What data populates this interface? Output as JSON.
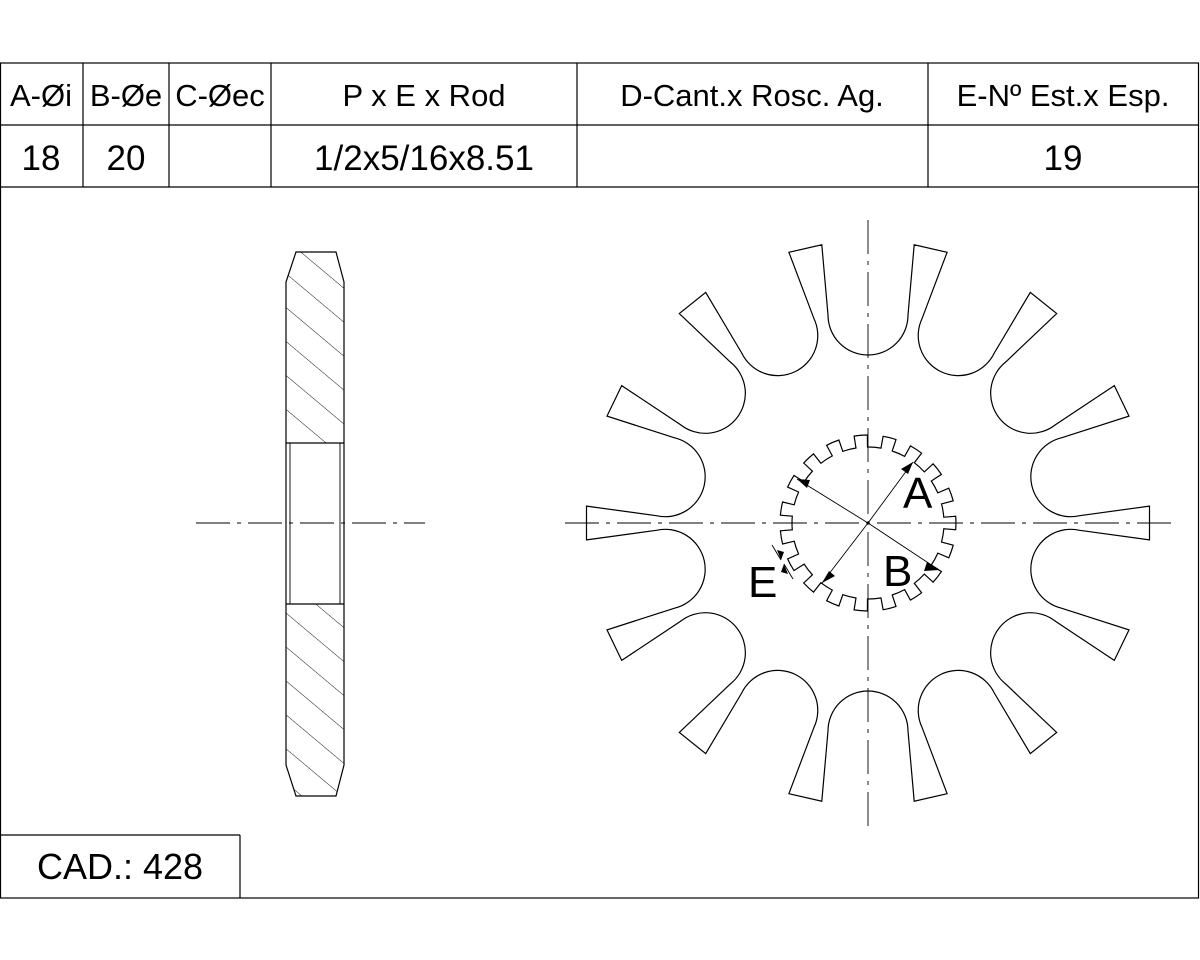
{
  "spec_table": {
    "columns": [
      {
        "header": "A-Øi",
        "value": "18"
      },
      {
        "header": "B-Øe",
        "value": "20"
      },
      {
        "header": "C-Øec",
        "value": ""
      },
      {
        "header": "P x E x Rod",
        "value": "1/2x5/16x8.51"
      },
      {
        "header": "D-Cant.x Rosc. Ag.",
        "value": ""
      },
      {
        "header": "E-Nº Est.x Esp.",
        "value": "19"
      }
    ]
  },
  "drawing": {
    "sprocket_teeth": 14,
    "spline_teeth": 19,
    "labels": {
      "a": "A",
      "b": "B",
      "e": "E"
    }
  },
  "footer": {
    "cad": "CAD.: 428"
  }
}
